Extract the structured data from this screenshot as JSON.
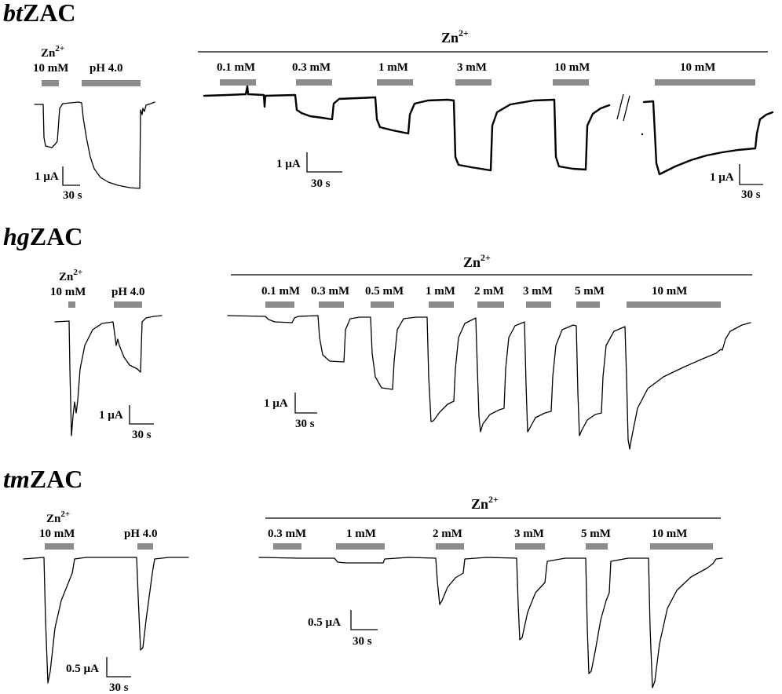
{
  "panels": [
    {
      "id": "bt",
      "label_italic": "bt",
      "label_rest": "ZAC",
      "control": {
        "zn_label": "Zn",
        "zn_sup": "2+",
        "zn_conc": "10 mM",
        "ph_label": "pH 4.0",
        "scale_y": "1 µA",
        "scale_x": "30 s"
      },
      "series_header": {
        "label": "Zn",
        "sup": "2+"
      },
      "concentrations": [
        "0.1 mM",
        "0.3 mM",
        "1 mM",
        "3 mM",
        "10 mM",
        "10 mM"
      ],
      "series_scale_y": "1 µA",
      "series_scale_x": "30 s",
      "extra_scale_y": "1 µA",
      "extra_scale_x": "30 s"
    },
    {
      "id": "hg",
      "label_italic": "hg",
      "label_rest": "ZAC",
      "control": {
        "zn_label": "Zn",
        "zn_sup": "2+",
        "zn_conc": "10 mM",
        "ph_label": "pH 4.0",
        "scale_y": "1 µA",
        "scale_x": "30 s"
      },
      "series_header": {
        "label": "Zn",
        "sup": "2+"
      },
      "concentrations": [
        "0.1 mM",
        "0.3 mM",
        "0.5 mM",
        "1 mM",
        "2 mM",
        "3 mM",
        "5 mM",
        "10 mM"
      ],
      "series_scale_y": "1 µA",
      "series_scale_x": "30 s"
    },
    {
      "id": "tm",
      "label_italic": "tm",
      "label_rest": "ZAC",
      "control": {
        "zn_label": "Zn",
        "zn_sup": "2+",
        "zn_conc": "10 mM",
        "ph_label": "pH 4.0",
        "scale_y": "0.5 µA",
        "scale_x": "30 s"
      },
      "series_header": {
        "label": "Zn",
        "sup": "2+"
      },
      "concentrations": [
        "0.3 mM",
        "1 mM",
        "2 mM",
        "3 mM",
        "5 mM",
        "10 mM"
      ],
      "series_scale_y": "0.5 µA",
      "series_scale_x": "30 s"
    }
  ],
  "colors": {
    "trace": "#000000",
    "application_bar": "#8c8c8c",
    "background": "#ffffff"
  }
}
